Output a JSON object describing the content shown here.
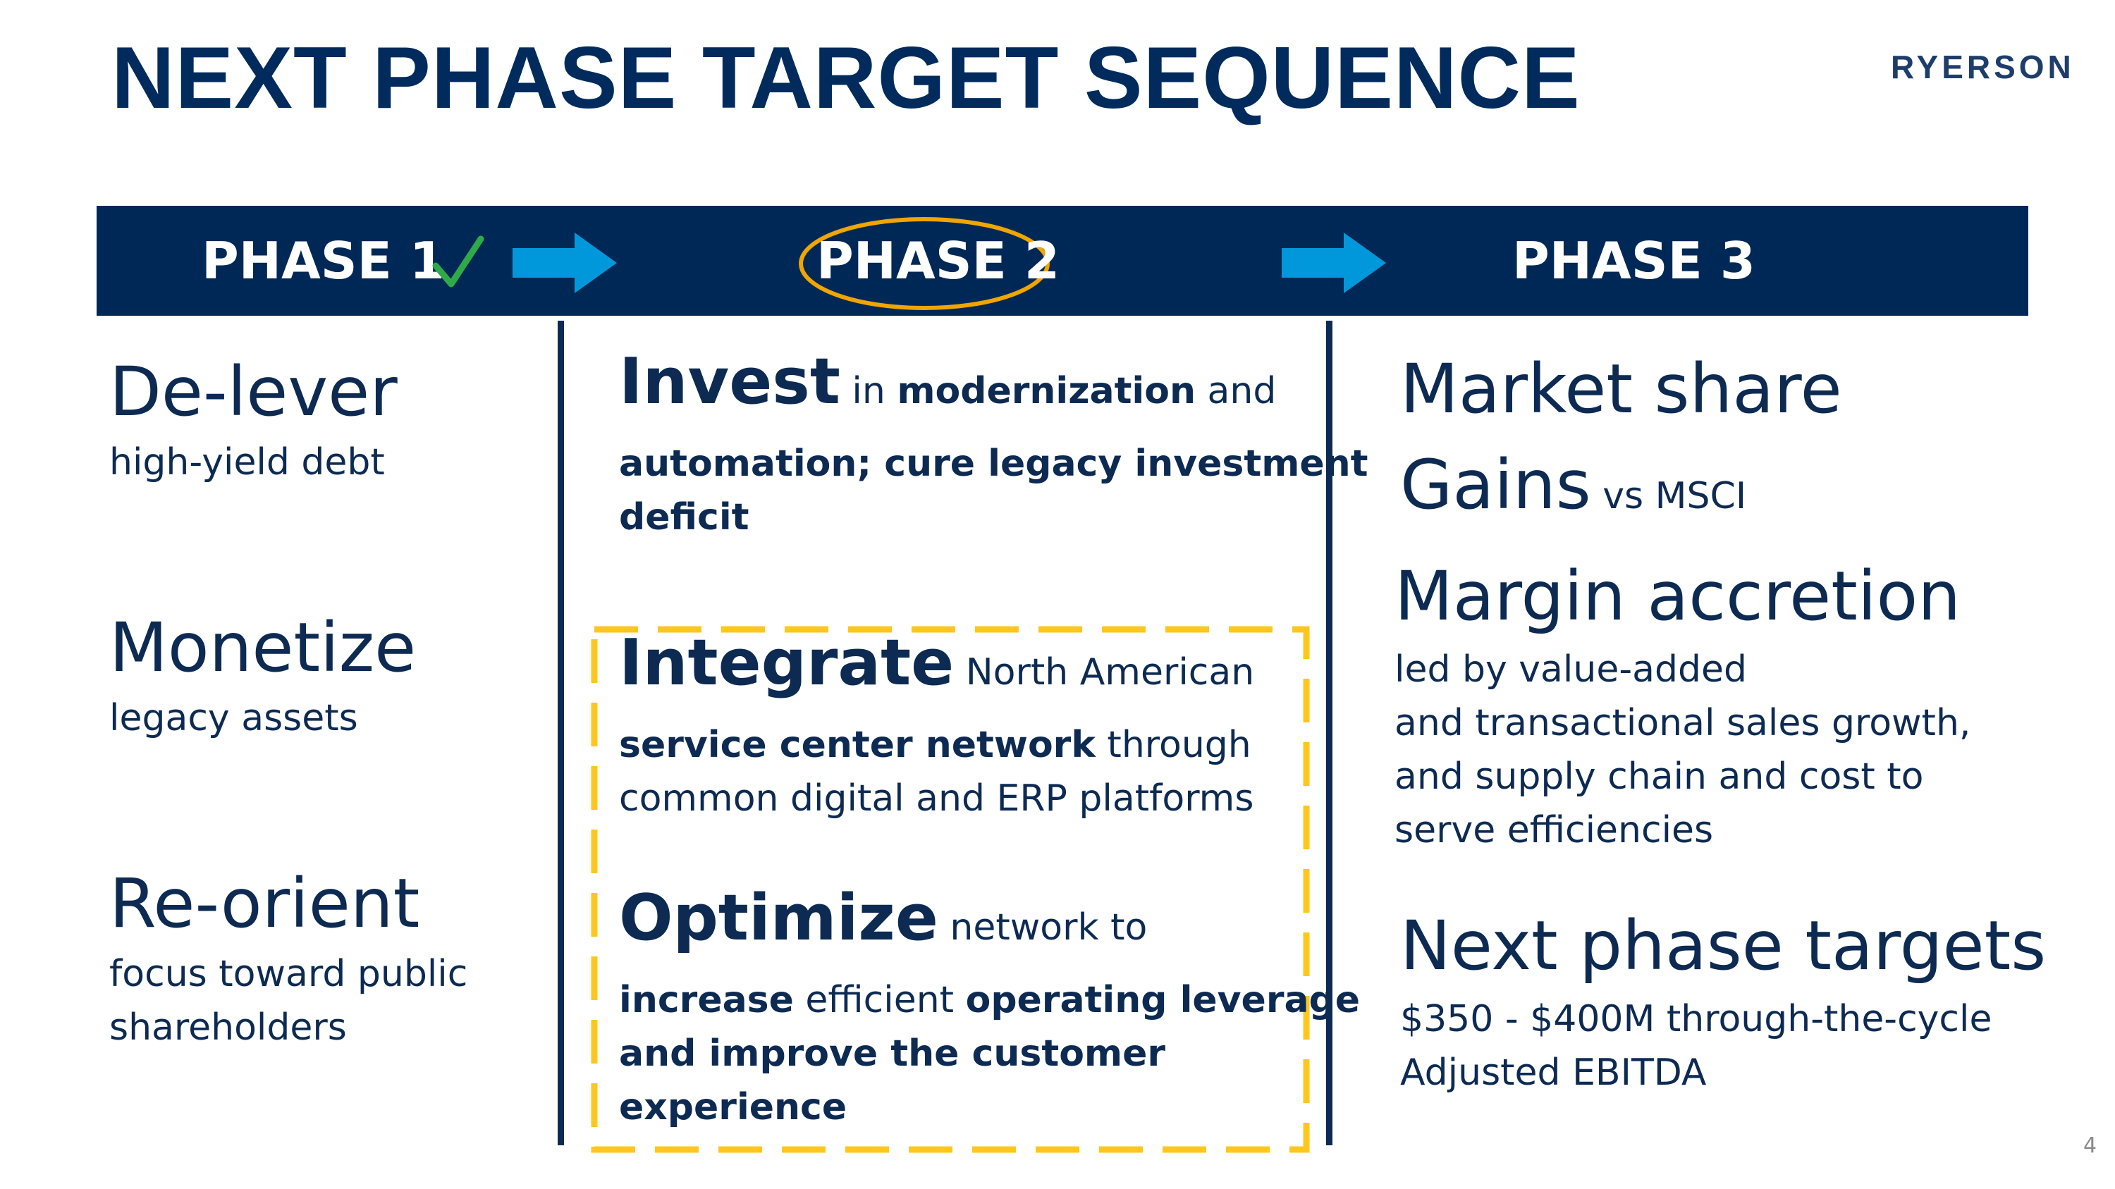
{
  "title": "NEXT PHASE TARGET SEQUENCE",
  "logo_text": "RYERSON",
  "page_number": "4",
  "colors": {
    "navy": "#002856",
    "arrow_blue": "#0098db",
    "highlight_orange": "#f0a500",
    "dash_yellow": "#ffc61e",
    "check_green": "#2eaa48"
  },
  "banner": {
    "phase1": "PHASE 1",
    "phase2": "PHASE 2",
    "phase3": "PHASE 3",
    "phase1_status_icon": "check-icon"
  },
  "phase1": {
    "items": [
      {
        "heading": "De-lever",
        "lines": [
          "high-yield debt"
        ]
      },
      {
        "heading": "Monetize",
        "lines": [
          "legacy assets"
        ]
      },
      {
        "heading": "Re-orient",
        "lines": [
          "focus toward public",
          "shareholders"
        ]
      }
    ]
  },
  "phase2": {
    "invest": {
      "heading": "Invest",
      "l1_a": " in ",
      "l1_b": "modernization",
      "l1_c": " and",
      "l2": "automation; cure legacy investment",
      "l3": "deficit"
    },
    "integrate": {
      "heading": "Integrate",
      "l1_a": " North American",
      "l2_a": "service center network",
      "l2_b": " through",
      "l3": "common digital  and ERP platforms"
    },
    "optimize": {
      "heading": "Optimize",
      "l1_a": " network to",
      "l2_a": "increase",
      "l2_b": " efficient ",
      "l2_c": "operating leverage",
      "l3": "and improve the customer",
      "l4": "experience"
    }
  },
  "phase3": {
    "market": {
      "line1": "Market share",
      "line2_a": "Gains",
      "line2_b": " vs MSCI"
    },
    "margin": {
      "heading": "Margin accretion",
      "lines": [
        "led by value-added",
        "and transactional sales growth,",
        "and supply chain and cost to",
        "serve efficiencies"
      ]
    },
    "targets": {
      "heading": "Next phase targets",
      "lines": [
        "$350 - $400M through-the-cycle",
        "Adjusted EBITDA"
      ]
    }
  }
}
